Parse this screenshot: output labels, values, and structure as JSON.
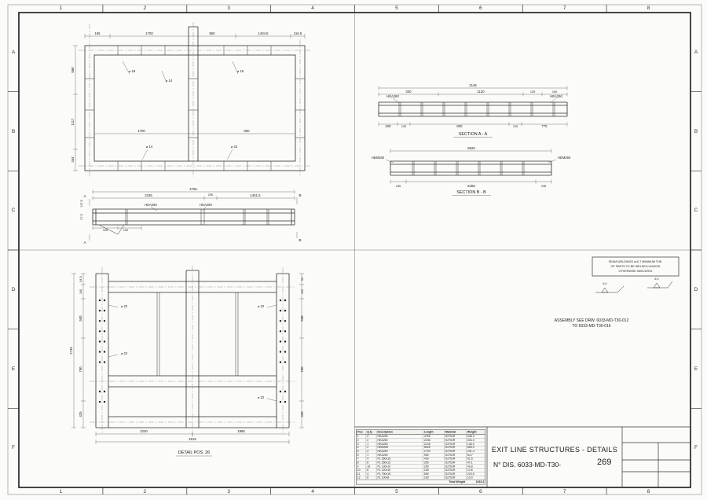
{
  "sheet": {
    "grid_top": [
      "1",
      "2",
      "3",
      "4",
      "5",
      "6",
      "7",
      "8"
    ],
    "grid_bottom": [
      "1",
      "2",
      "3",
      "4",
      "5",
      "6",
      "7",
      "8"
    ],
    "grid_left": [
      "A",
      "B",
      "C",
      "D",
      "E",
      "F"
    ],
    "grid_right": [
      "A",
      "B",
      "C",
      "D",
      "E",
      "F"
    ]
  },
  "plan": {
    "dims_top": [
      "165",
      "1700",
      "950",
      "1404.5",
      "116.5"
    ],
    "dims_left": [
      "868",
      "1117",
      "344"
    ],
    "dims_inner": [
      "1700",
      "950"
    ],
    "callouts": [
      "⌀ 18",
      "⌀ 14",
      "⌀ 18",
      "⌀ 14",
      "⌀ 22"
    ]
  },
  "elevation": {
    "dims_top": [
      "2236",
      "290",
      "1451.5"
    ],
    "dim_overall": "4765",
    "dims_small": [
      "137.5",
      "27.5",
      "125",
      "100"
    ],
    "labels": [
      "HEA260",
      "HEA260"
    ],
    "section_marks": [
      "A",
      "B",
      "A",
      "B"
    ]
  },
  "section_a": {
    "caption": "SECTION  A - A",
    "dim_overall": "2145",
    "dims_mid": [
      "340",
      "1130",
      "125",
      "190"
    ],
    "dims_bottom": [
      "225",
      "125",
      "830",
      "125",
      "775"
    ],
    "labels": [
      "HEA260",
      "HEA260"
    ]
  },
  "section_b": {
    "caption": "SECTION  B - B",
    "dim_overall": "5925",
    "dims_bottom": [
      "235",
      "5455",
      "235"
    ],
    "labels": [
      "HEM260",
      "HEM260"
    ]
  },
  "detail": {
    "caption": "DETAIL POS. 26",
    "dims_left": [
      "54.5",
      "160",
      "590",
      "790",
      "425"
    ],
    "dim_overall_left": "2745",
    "dims_right": [
      "55",
      "160",
      "590",
      "790",
      "425"
    ],
    "dims_bottom": [
      "2230",
      "1985"
    ],
    "dim_overall_bottom": "4615",
    "callouts": [
      "⌀ 22",
      "⌀ 22",
      "⌀ 22",
      "⌀ 22"
    ]
  },
  "notes": {
    "weld_note_l1": "SEAM WELDINGS a=0,7 MINIMUM THK.",
    "weld_note_l2": "OF PARTS TO BE WELDED UNLESS",
    "weld_note_l3": "OTHERWISE INDICATED",
    "weld_mark_1": "6,0",
    "weld_mark_2": "6,0",
    "assembly_l1": "ASSEMBLY SEE DRW. 6033-MD-T30-012",
    "assembly_l2": "TO 6033-MD-T30-016"
  },
  "title_block": {
    "title": "EXIT LINE STRUCTURES - DETAILS",
    "drawing_prefix": "N° DIS. 6033-MD-T30-",
    "sheet_number": "269"
  },
  "parts_table": {
    "headers": [
      "Pos",
      "Q.ty",
      "Description",
      "Length",
      "Material",
      "Weight"
    ],
    "rows": [
      [
        "1",
        "2",
        "HEA260",
        "4765",
        "S275JR",
        "648.4"
      ],
      [
        "2",
        "2",
        "HEA260",
        "2236",
        "S275JR",
        "304.3"
      ],
      [
        "3",
        "1",
        "HEA260",
        "2145",
        "S275JR",
        "146.0"
      ],
      [
        "4",
        "2",
        "HEM260",
        "5925",
        "S275JR",
        "655.9"
      ],
      [
        "5",
        "2",
        "HEA260",
        "1700",
        "S275JR",
        "231.4"
      ],
      [
        "6",
        "1",
        "HEA260",
        "950",
        "S275JR",
        "64.7"
      ],
      [
        "7",
        "4",
        "PL 260x15",
        "420",
        "S275JR",
        "51.5"
      ],
      [
        "8",
        "8",
        "PL 250x12",
        "250",
        "S275JR",
        "47.1"
      ],
      [
        "9",
        "16",
        "PL 130x10",
        "250",
        "S275JR",
        "40.8"
      ],
      [
        "10",
        "8",
        "PL 120x10",
        "180",
        "S275JR",
        "13.6"
      ],
      [
        "11",
        "4",
        "PL 790x15",
        "590",
        "S275JR",
        "219.5"
      ],
      [
        "12",
        "8",
        "PL 100x8",
        "160",
        "S275JR",
        "10.0"
      ]
    ],
    "total_label": "Total Weight",
    "total_value": "2433.2"
  }
}
